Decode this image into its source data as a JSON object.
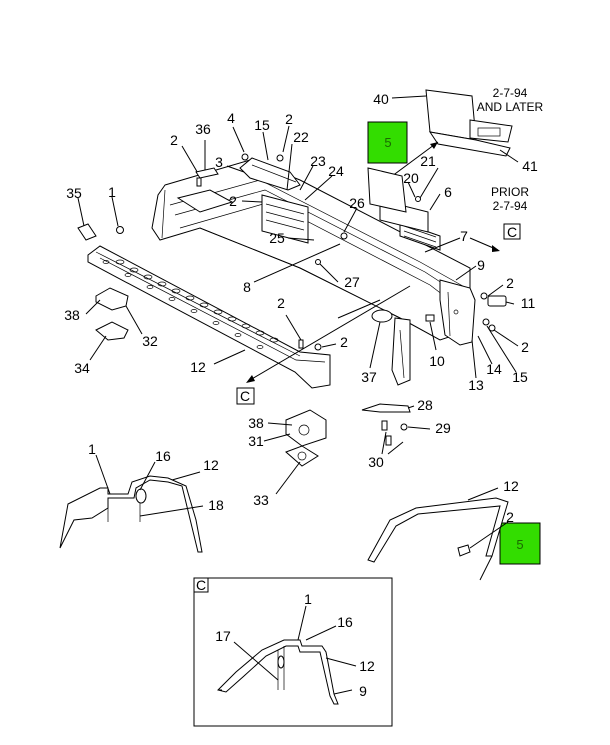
{
  "callouts": {
    "n40": "40",
    "n41": "41",
    "n5a": "5",
    "n5b": "5",
    "n2a": "2",
    "n2b": "2",
    "n2c": "2",
    "n2d": "2",
    "n2e": "2",
    "n2f": "2",
    "n2g": "2",
    "n2h": "2",
    "n4": "4",
    "n15a": "15",
    "n15b": "15",
    "n22": "22",
    "n23": "23",
    "n24": "24",
    "n36": "36",
    "n3": "3",
    "n21": "21",
    "n20": "20",
    "n6": "6",
    "n35": "35",
    "n1a": "1",
    "n1b": "1",
    "n1c": "1",
    "n26": "26",
    "n25": "25",
    "n7": "7",
    "n9a": "9",
    "n9b": "9",
    "n27": "27",
    "n8": "8",
    "n11": "11",
    "n38a": "38",
    "n38b": "38",
    "n32": "32",
    "n34": "34",
    "n12a": "12",
    "n12b": "12",
    "n12c": "12",
    "n12d": "12",
    "n10": "10",
    "n13": "13",
    "n14": "14",
    "n37": "37",
    "n28": "28",
    "n31": "31",
    "n29": "29",
    "n30": "30",
    "n33": "33",
    "n16a": "16",
    "n16b": "16",
    "n18": "18",
    "n17": "17"
  },
  "notes": {
    "later_line1": "2-7-94",
    "later_line2": "AND LATER",
    "prior_line1": "PRIOR",
    "prior_line2": "2-7-94"
  },
  "section_refs": {
    "c_box_right": "C",
    "c_box_left": "C",
    "c_inset": "C"
  },
  "colors": {
    "highlight": "#33dd00"
  }
}
